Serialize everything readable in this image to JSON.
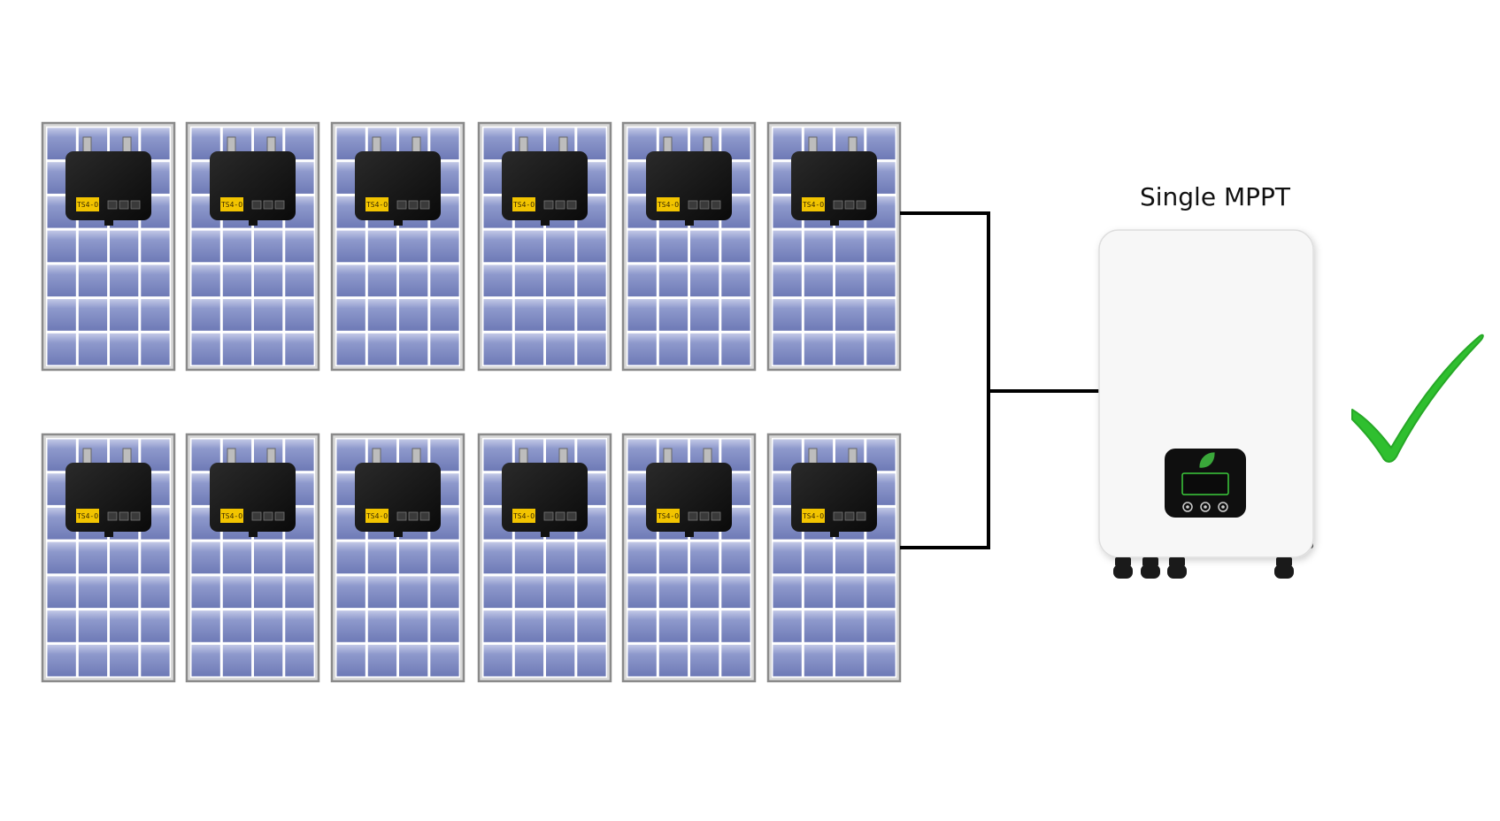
{
  "diagram": {
    "inverter_label": "Single MPPT",
    "junction_box_tag": "TS4-O",
    "strings": [
      {
        "panel_count": 6
      },
      {
        "panel_count": 6
      }
    ],
    "status_icon": "checkmark-icon",
    "inverter_buttons": 3,
    "inverter_bottom_connectors": 4
  },
  "colors": {
    "panel_cell": "#7a86bf",
    "panel_frame": "#8a8a8a",
    "junction_box": "#111111",
    "tag": "#f2c400",
    "wire": "#000000",
    "inverter_body": "#f7f7f7",
    "leaf": "#3aa83a",
    "check": "#2fbf2f"
  }
}
